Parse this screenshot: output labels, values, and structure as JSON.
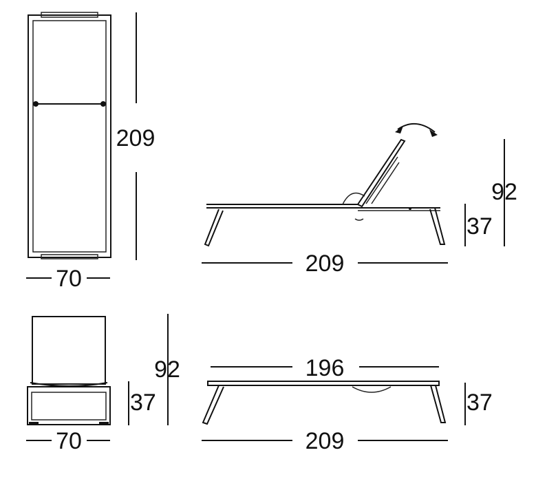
{
  "dimensions": {
    "top_view": {
      "length": "209",
      "width": "70"
    },
    "side_view_reclined": {
      "height": "92",
      "seat_height": "37",
      "length": "209"
    },
    "front_view": {
      "height": "92",
      "seat_height": "37",
      "width": "70"
    },
    "side_view_flat": {
      "top_length": "196",
      "seat_height": "37",
      "length": "209"
    }
  },
  "colors": {
    "line": "#111111",
    "background": "#ffffff"
  },
  "icons": [
    "rotation-arrow-icon"
  ]
}
